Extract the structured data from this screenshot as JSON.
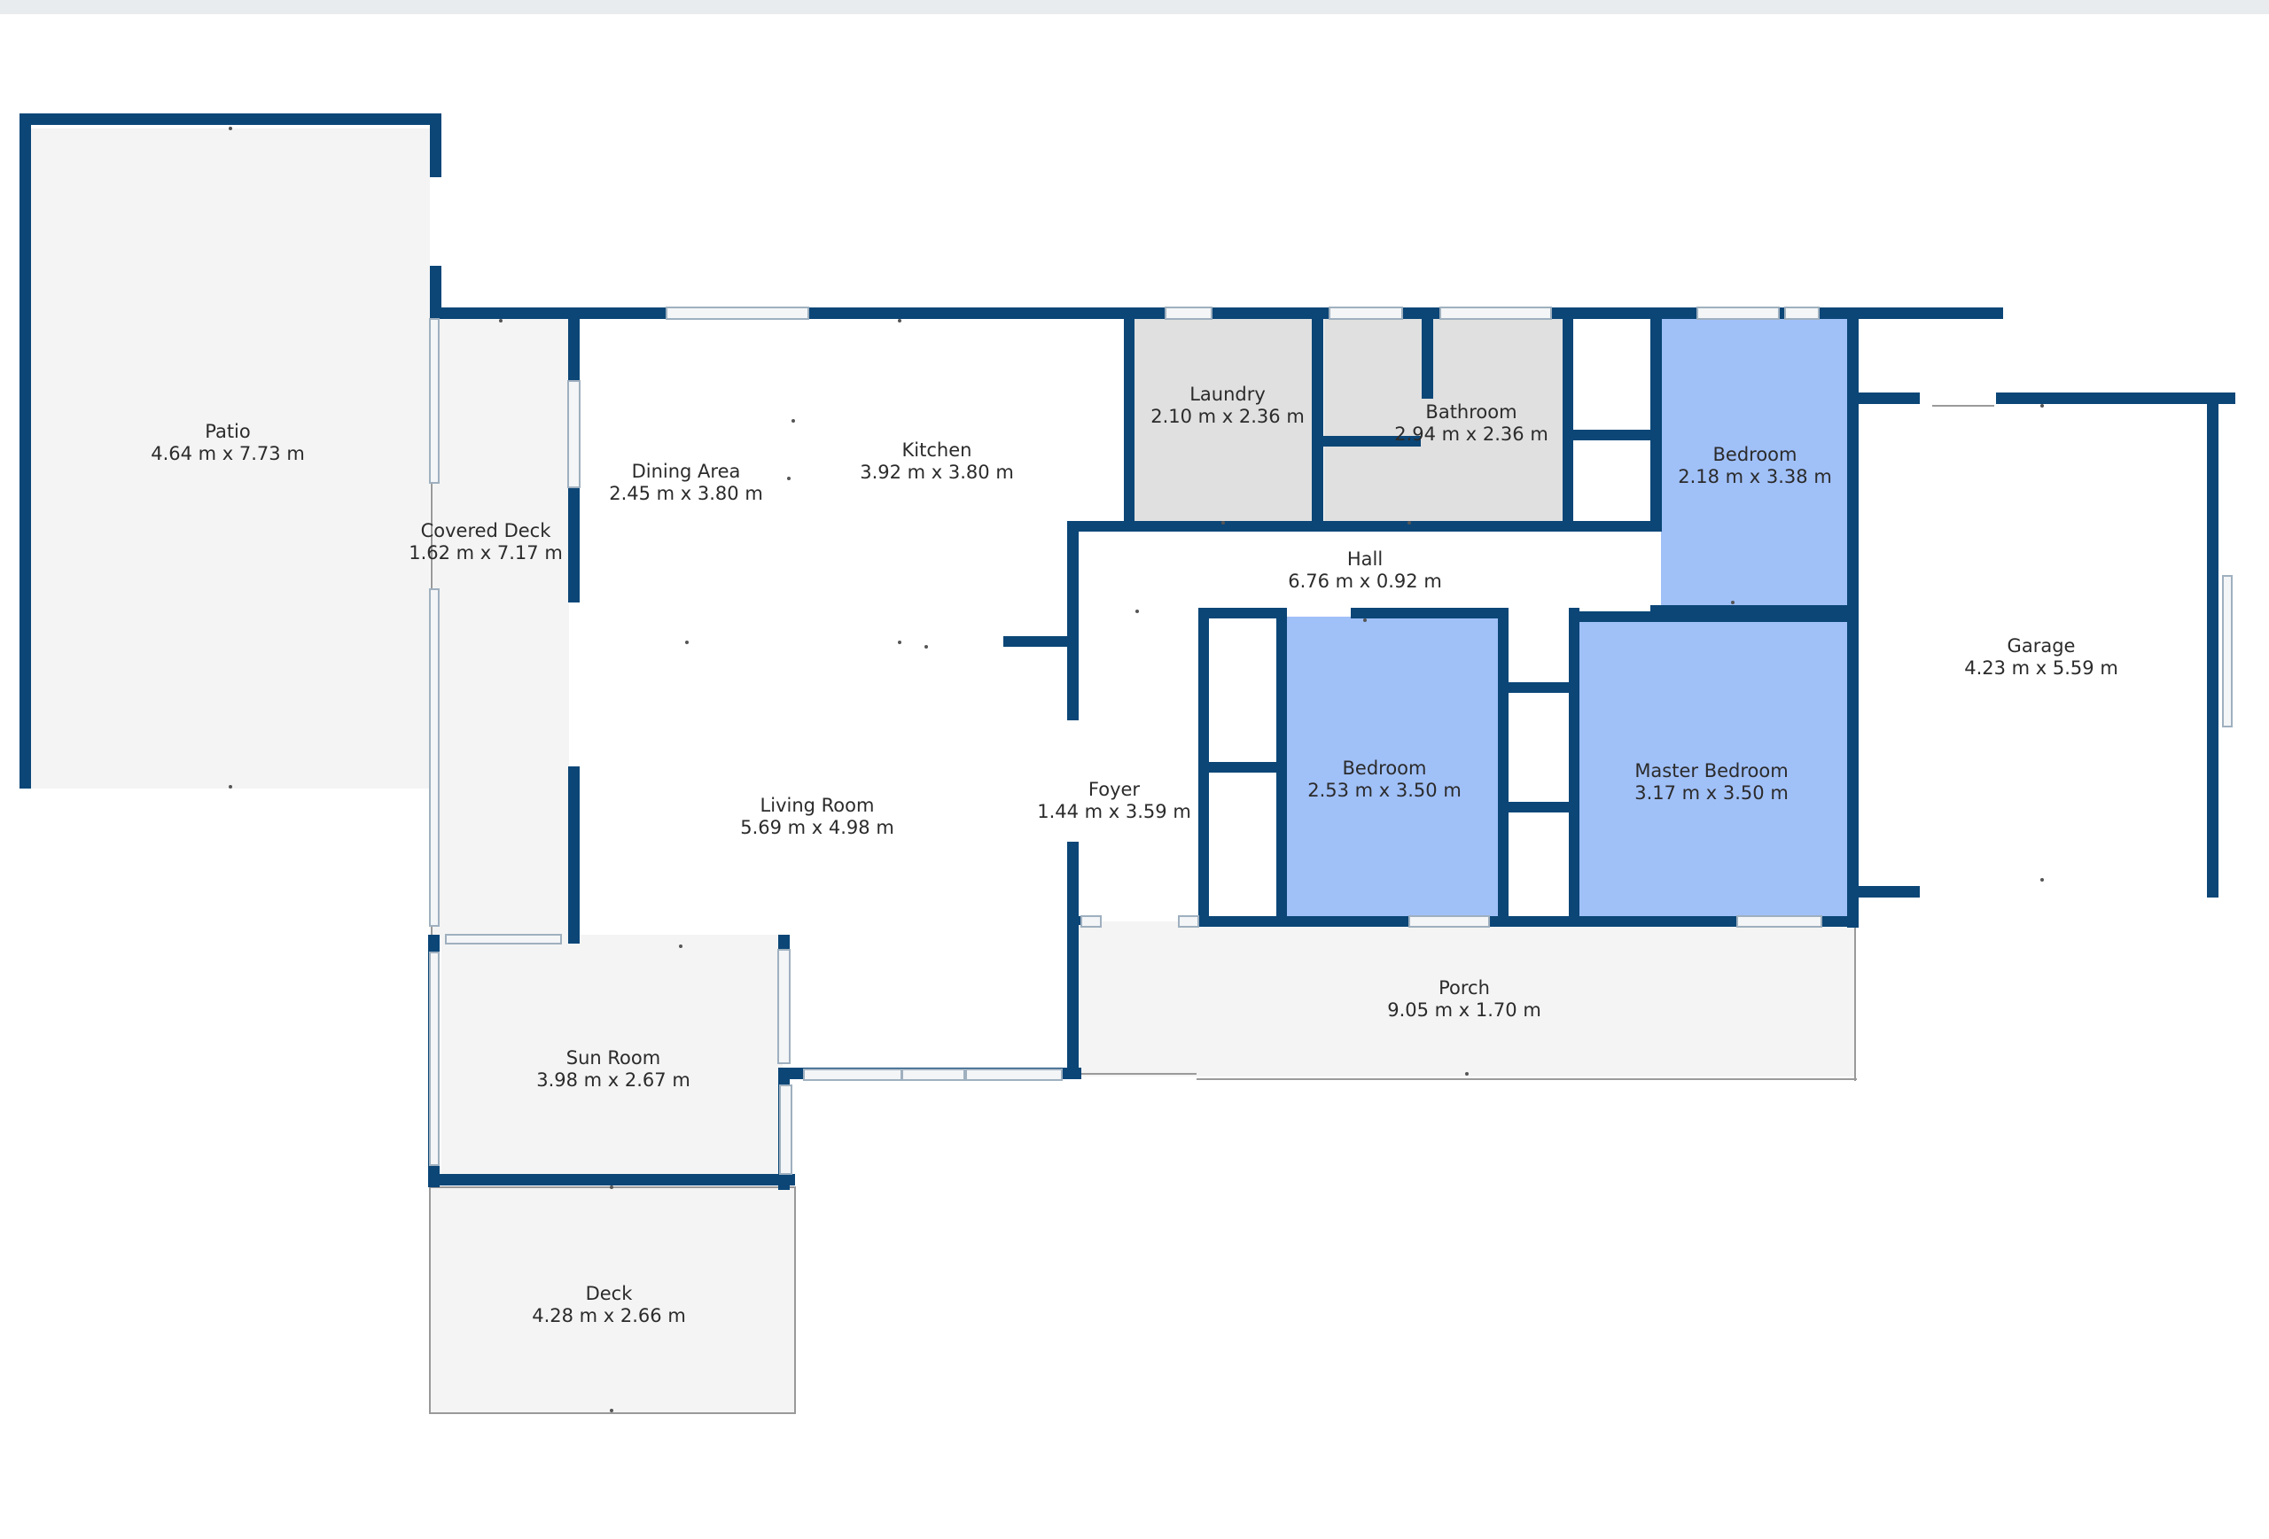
{
  "plan": {
    "rooms": [
      {
        "id": "patio",
        "name": "Patio",
        "dims": "4.64 m x 7.73 m"
      },
      {
        "id": "covered-deck",
        "name": "Covered Deck",
        "dims": "1.62 m x 7.17 m"
      },
      {
        "id": "dining-area",
        "name": "Dining Area",
        "dims": "2.45 m x 3.80 m"
      },
      {
        "id": "kitchen",
        "name": "Kitchen",
        "dims": "3.92 m x 3.80 m"
      },
      {
        "id": "living-room",
        "name": "Living Room",
        "dims": "5.69 m x 4.98 m"
      },
      {
        "id": "sun-room",
        "name": "Sun Room",
        "dims": "3.98 m x 2.67 m"
      },
      {
        "id": "deck",
        "name": "Deck",
        "dims": "4.28 m x 2.66 m"
      },
      {
        "id": "laundry",
        "name": "Laundry",
        "dims": "2.10 m x 2.36 m"
      },
      {
        "id": "bathroom",
        "name": "Bathroom",
        "dims": "2.94 m x 2.36 m"
      },
      {
        "id": "bedroom-1",
        "name": "Bedroom",
        "dims": "2.18 m x 3.38 m"
      },
      {
        "id": "hall",
        "name": "Hall",
        "dims": "6.76 m x 0.92 m"
      },
      {
        "id": "foyer",
        "name": "Foyer",
        "dims": "1.44 m x 3.59 m"
      },
      {
        "id": "bedroom-2",
        "name": "Bedroom",
        "dims": "2.53 m x 3.50 m"
      },
      {
        "id": "master-bedroom",
        "name": "Master Bedroom",
        "dims": "3.17 m x 3.50 m"
      },
      {
        "id": "garage",
        "name": "Garage",
        "dims": "4.23 m x 5.59 m"
      },
      {
        "id": "porch",
        "name": "Porch",
        "dims": "9.05 m x 1.70 m"
      }
    ],
    "colors": {
      "wall": "#0b4677",
      "bedroom_fill": "#a0c0f8",
      "wet_room_fill": "#e0e0e0",
      "outdoor_fill": "#f4f4f4",
      "interior_fill": "#ffffff"
    }
  }
}
